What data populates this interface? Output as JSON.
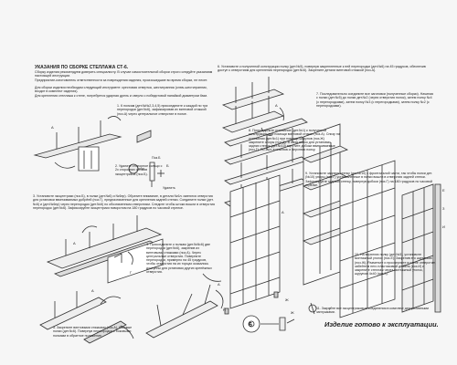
{
  "document": {
    "title": "УКАЗАНИЯ ПО СБОРКЕ СТЕЛЛАЖА СТ-6.",
    "intro": [
      "Сборку изделия рекомендуем доверить специалисту. В случае самостоятельной сборки строго следуйте указаниям настоящей инструкции.",
      "Предприятие-изготовитель ответственности за повреждения изделия, произошедшие во время сборки, не несет.",
      "Для сборки изделия необходим следующий инструмент: крестовая отвертка, шестигранник (ключ-шестигранник, входит в комплект изделия).",
      "Для крепления стеллажа к стене, потребуется ударная дрель и сверло с победитовой напайкой диаметром 6мм."
    ],
    "steps": {
      "s1": "1. К полкам (дет.№№2,3,4,5) присоедините к каждой по три перегородки (дет.№6), зафиксировав их винтовой стяжкой (поз.А) через центральное отверстие в полке.",
      "s2": "2. Удалите стопорное кольцо с 2х сторонних штоков эксцентриков (поз.Б).",
      "s2_label": "Удалить",
      "s2_mark": "Поз.Б",
      "s3": "3. Установите эксцентрики (поз.Б), в полки (дет.№6) и №6пр). Обратите внимание, в детали №6л. имеются отверстия для установки ввинчиваемых добрёей (поз.Г), предназначенные для крепления задней стенки. Соедините полки (дет.№6) и (дет.№6пр) через перегородки (дет.№6) по обозначенным отверстиям. Следите чтобы штоки вошли в отверстия перегородок (дет.№6). Зафиксируйте эксцентрики поворотом на 180 градусов по часовой стрелке.",
      "s4": "4. Присоедините к полкам (дет.№№6) две перегородки (дет.№6), закрепив их винтовыми стяжками (поз.А). Через центральные отверстия. Поверните перегородки, примерно на 45 градусов, чтобы отверстия на их торцах оказались доступны для установки других крепёжных отверстия.",
      "s5": "5. Закрепите винтовыми стяжками (поз.А), боковые полки (дет.№6). Повернув перегородки с боковыми полками в обратное положение.",
      "s6": "6. Установите к полученной конструкции полку (дет.№5), повернув закрепленные к ней перегородки (дет.№6) на 45 градусов, обеспечив доступ к отверстиям для крепления перегородок (дет.№6). Закрепите детали винтовой стяжкой (поз.А).",
      "s7": "7. Последовательно соедините все заготовки (полученные сборки). Начиная с полки (дет.№5) до полки дет.№2 (через отверстия полок), затем полку №4 (с перегородками), затем полку №3 (с перегородками), затем полку №2 (с перегородками).",
      "s8": "8. Присоедините основание (дет.№1) к полученной конструкции при помощи винтовой стяжки (поз.А). Снизу на основании (дет.№1) при помощи шурупов (поз.Ж) закрепите опоры (поз.Д). В пазы полок для установки задних стенок (дет.№10) вкрутите добоки ввинчиваемые (поз.Г). По 2шт. в нижнюю и верхнюю полку.",
      "s9": "9. Установите заднюю стенку (дет.№10) с фронтальной части, так чтобы полки дет.(№10) упоры (поз.Г) установленные в полки вошли в отверстия задней стенки. Зафиксируйте заднюю стенку, повернув добоки (поз.Г) на 180 градусов по часовой стрелке.",
      "s10": "10. На верхнюю полку (дет.№5), установите монтажный уголок (поз.Е). Закрепив его шурупами (поз.Ж). Разметьте и просверлите в стене отверстие, забейте в него пластиковый дюбель (поз.И) и закрепите стеллаж через монтажный уголок, шурупом 4х40 (поз.З).",
      "s11": "11. Закройте все эксцентриковые соединения в комплект декоративными заглушками."
    },
    "final": "Изделие готово к эксплуатации.",
    "callouts": {
      "A": "А",
      "B": "Б",
      "G": "Г",
      "D": "Д",
      "E": "Е",
      "ZH": "Ж",
      "I": "И",
      "Z": "З",
      "circle6": "6"
    }
  }
}
